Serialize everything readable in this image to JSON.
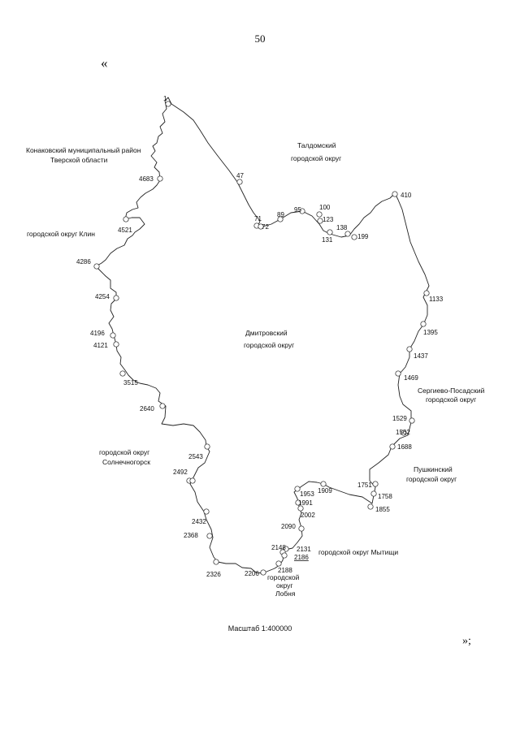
{
  "page": {
    "page_number": "50",
    "quote_open": "«",
    "quote_close": "»;",
    "scale": "Масштаб 1:400000"
  },
  "map": {
    "central_region": [
      "Дмитровский",
      "городской округ"
    ],
    "neighbors": [
      {
        "id": "konakovo",
        "lines": [
          "Конаковский муниципальный район",
          "Тверской области"
        ]
      },
      {
        "id": "taldom",
        "lines": [
          "Талдомский",
          "городской округ"
        ]
      },
      {
        "id": "klin",
        "lines": [
          "городской округ Клин"
        ]
      },
      {
        "id": "sergiev",
        "lines": [
          "Сергиево-Посадский",
          "городской округ"
        ]
      },
      {
        "id": "solnech",
        "lines": [
          "городской округ",
          "Солнечногорск"
        ]
      },
      {
        "id": "pushkino",
        "lines": [
          "Пушкинский",
          "городской округ"
        ]
      },
      {
        "id": "mytishchi",
        "lines": [
          "городской округ Мытищи"
        ]
      },
      {
        "id": "lobnya",
        "lines": [
          "городской",
          "округ",
          "Лобня"
        ]
      }
    ],
    "points": [
      "1",
      "47",
      "71",
      "72",
      "89",
      "95",
      "100",
      "123",
      "131",
      "138",
      "199",
      "410",
      "1133",
      "1395",
      "1437",
      "1469",
      "1529",
      "1562",
      "1688",
      "1751",
      "1758",
      "1855",
      "1909",
      "1953",
      "1991",
      "2002",
      "2090",
      "2131",
      "2148",
      "2186",
      "2188",
      "2206",
      "2326",
      "2368",
      "2432",
      "2492",
      "2543",
      "2640",
      "3515",
      "4121",
      "4196",
      "4254",
      "4286",
      "4521",
      "4683"
    ]
  }
}
